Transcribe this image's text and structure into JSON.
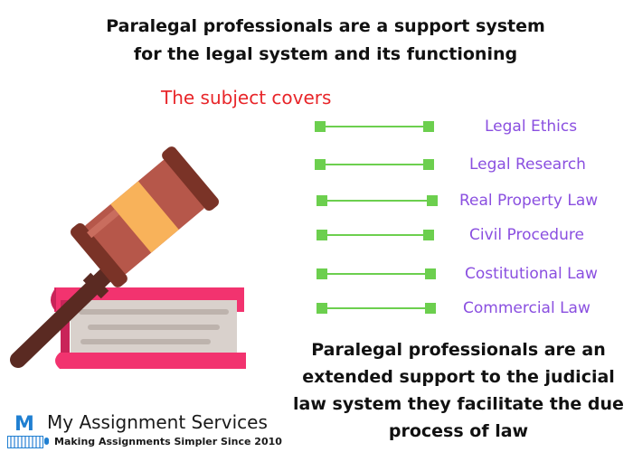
{
  "header": {
    "title_line1": "Paralegal professionals  are a support system",
    "title_line2": "for the legal system  and its functioning",
    "subtitle": "The subject covers"
  },
  "topics": [
    {
      "label": "Legal Ethics"
    },
    {
      "label": "Legal Research"
    },
    {
      "label": "Real Property Law"
    },
    {
      "label": "Civil Procedure"
    },
    {
      "label": "Costitutional Law"
    },
    {
      "label": "Commercial Law"
    }
  ],
  "description": {
    "line1": "Paralegal professionals are  an",
    "line2": "extended  support  to the judicial",
    "line3": "law system  they facilitate  the due",
    "line4": "process of law"
  },
  "brand": {
    "mark": "M",
    "name": "My Assignment Services",
    "tagline": "Making Assignments Simpler Since 2010"
  },
  "colors": {
    "title_text": "#111111",
    "subtitle_text": "#e8262a",
    "topic_text": "#8a4fe0",
    "connector": "#6ccf4e",
    "brand_blue": "#1f7fd1"
  },
  "icons": {
    "illustration": "gavel-on-book-icon",
    "logo": "brand-logo-icon"
  }
}
